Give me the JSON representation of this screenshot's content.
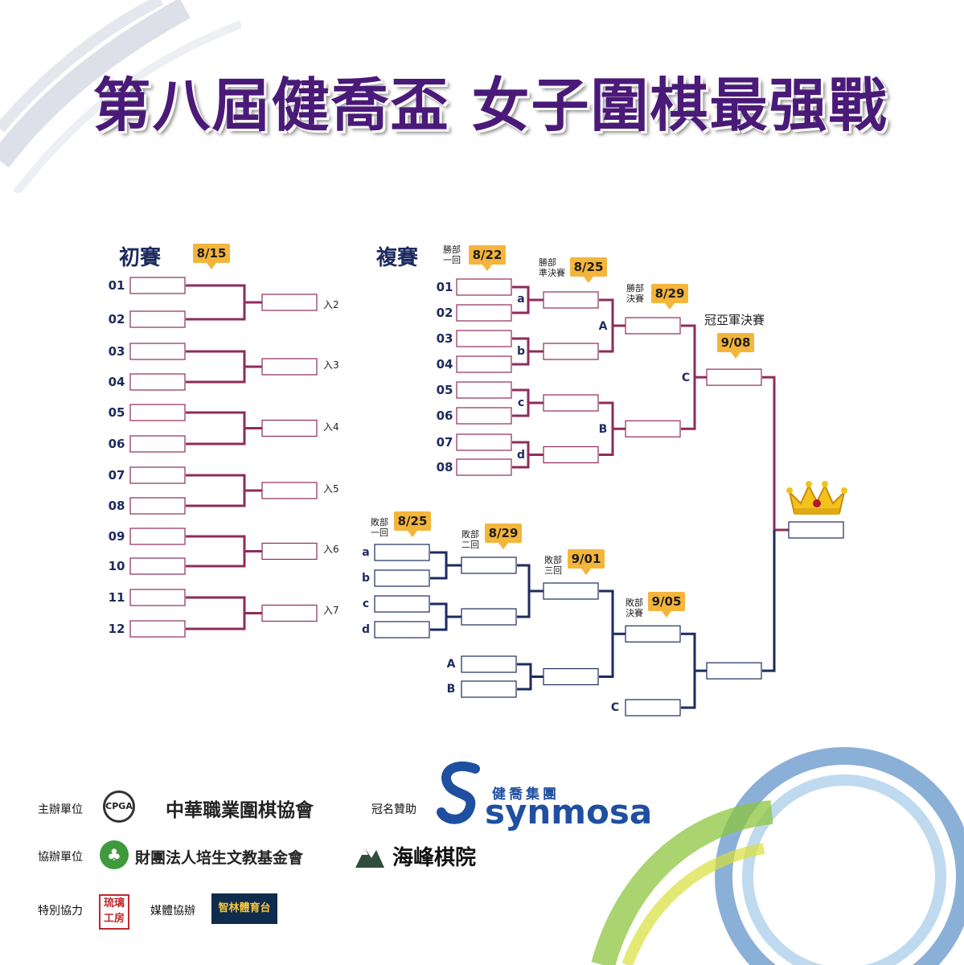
{
  "title": "第八屆健喬盃 女子圍棋最强戰",
  "prelim": {
    "heading": "初賽",
    "date": "8/15",
    "seeds": [
      "01",
      "02",
      "03",
      "04",
      "05",
      "06",
      "07",
      "08",
      "09",
      "10",
      "11",
      "12"
    ],
    "advance": [
      "入2",
      "入3",
      "入4",
      "入5",
      "入6",
      "入7"
    ]
  },
  "main": {
    "heading": "複賽",
    "winners_r1": {
      "label_line1": "勝部",
      "label_line2": "一回",
      "date": "8/22"
    },
    "winners_semi": {
      "label_line1": "勝部",
      "label_line2": "準決賽",
      "date": "8/25"
    },
    "winners_final": {
      "label_line1": "勝部",
      "label_line2": "決賽",
      "date": "8/29"
    },
    "grand_final": {
      "label": "冠亞軍決賽",
      "date": "9/08"
    },
    "seeds": [
      "01",
      "02",
      "03",
      "04",
      "05",
      "06",
      "07",
      "08"
    ],
    "match_labels": [
      "a",
      "b",
      "c",
      "d"
    ],
    "semi_labels": [
      "A",
      "B"
    ],
    "final_label": "C"
  },
  "losers": {
    "r1": {
      "label_line1": "敗部",
      "label_line2": "一回",
      "date": "8/25"
    },
    "r2": {
      "label_line1": "敗部",
      "label_line2": "二回",
      "date": "8/29"
    },
    "r3": {
      "label_line1": "敗部",
      "label_line2": "三回",
      "date": "9/01"
    },
    "final": {
      "label_line1": "敗部",
      "label_line2": "決賽",
      "date": "9/05"
    },
    "entrants": [
      "a",
      "b",
      "c",
      "d"
    ],
    "drop_ins": [
      "A",
      "B"
    ],
    "drop_final": "C"
  },
  "footer": {
    "host_label": "主辦單位",
    "host_logo": "CPGA",
    "host_name": "中華職業圍棋協會",
    "sponsor_label": "冠名贊助",
    "sponsor_cn": "健喬集團",
    "sponsor_en": "synmosa",
    "co_label": "協辦單位",
    "co_name": "財團法人培生文教基金會",
    "co_name2": "海峰棋院",
    "special_label": "特別協力",
    "special_logo": "琉璃工房",
    "media_label": "媒體協辦",
    "media_name": "智林體育台"
  },
  "colors": {
    "title": "#4a1a78",
    "winners_line": "#8e2c5b",
    "losers_line": "#1d2b5e",
    "badge": "#f3b53b"
  },
  "icons": [
    "crown-icon",
    "clover-icon",
    "mountain-icon"
  ]
}
